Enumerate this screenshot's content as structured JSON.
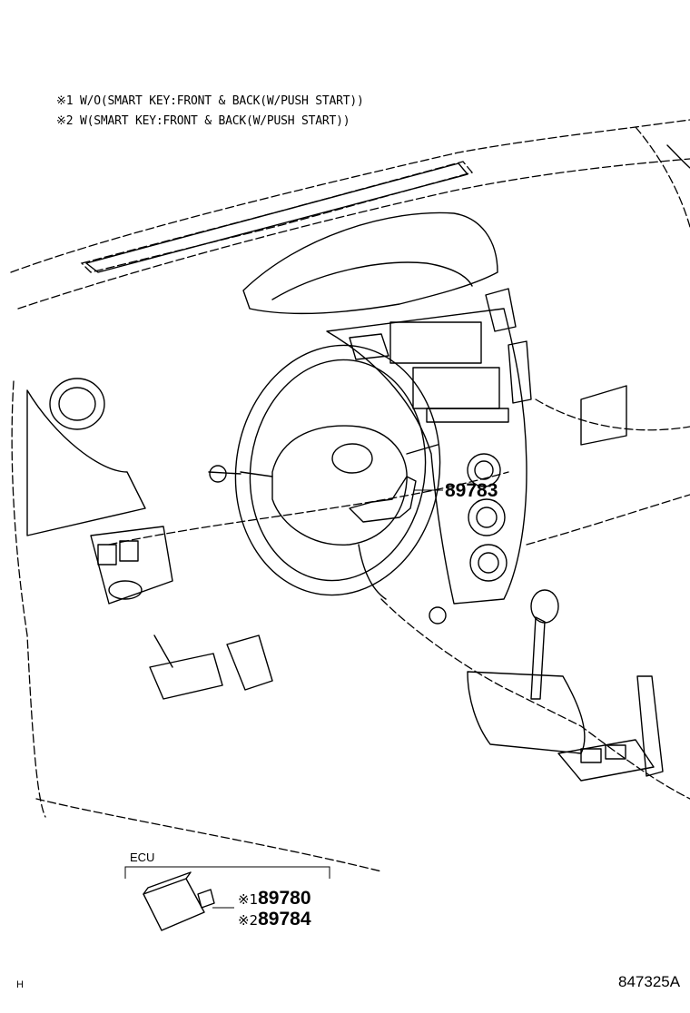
{
  "notes": {
    "note1": "※1 W/O(SMART KEY:FRONT & BACK(W/PUSH START))",
    "note2": "※2 W(SMART KEY:FRONT & BACK(W/PUSH START))"
  },
  "callouts": {
    "switch_part": "89783",
    "ecu_label": "ECU",
    "ecu_mark1": "※1",
    "ecu_part1": "89780",
    "ecu_mark2": "※2",
    "ecu_part2": "89784"
  },
  "footer": {
    "left_code": "H",
    "drawing_number": "847325A"
  }
}
